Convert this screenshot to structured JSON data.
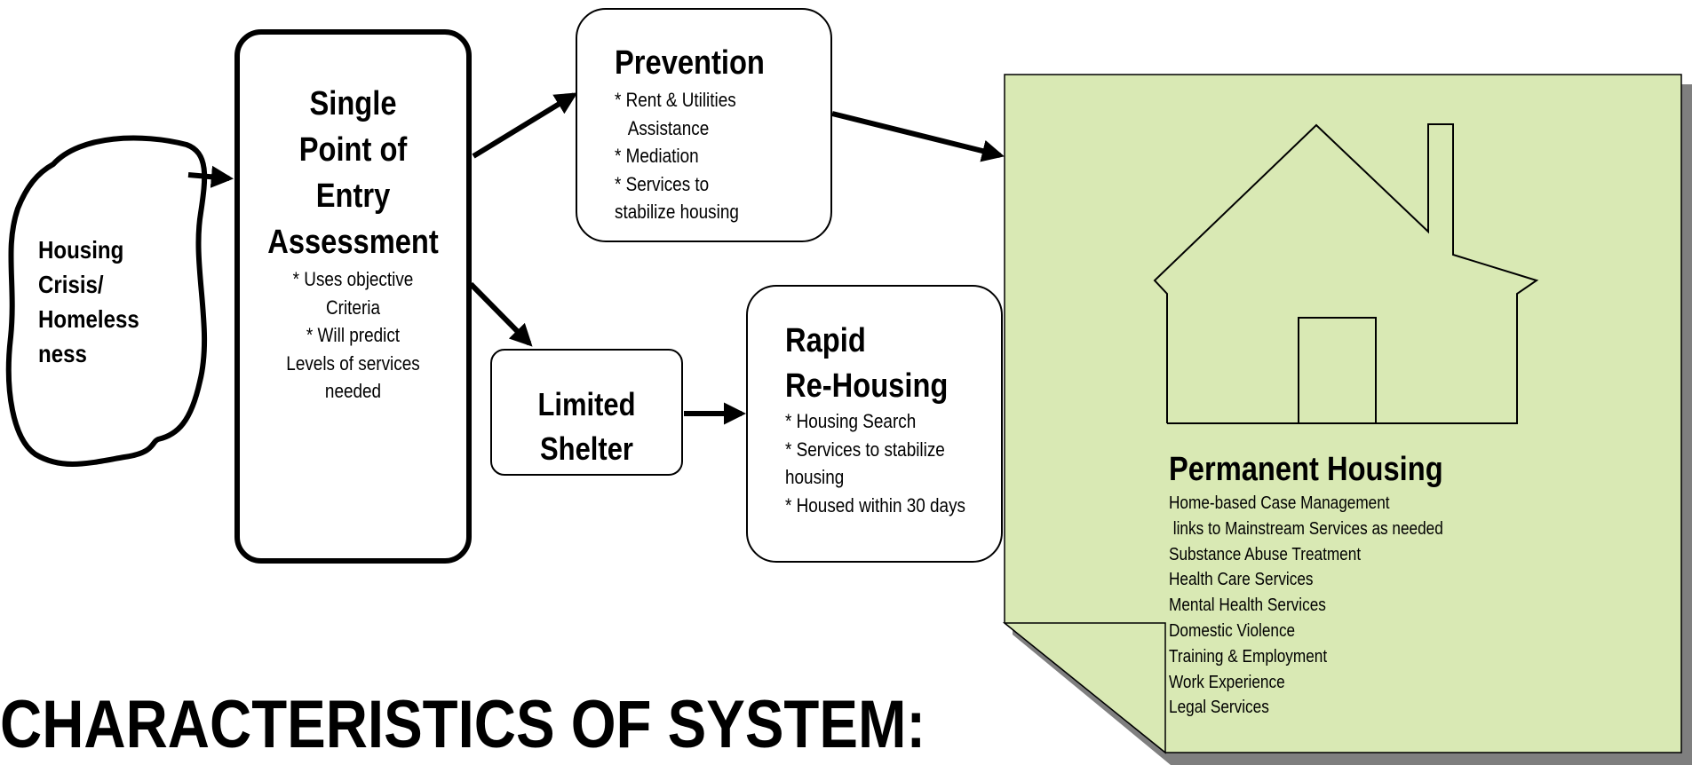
{
  "crisis": {
    "lines": [
      "Housing",
      "Crisis/",
      "Homeless",
      "ness"
    ]
  },
  "entry": {
    "title_lines": [
      "Single",
      "Point of",
      "Entry",
      "Assessment"
    ],
    "bullets": [
      "* Uses objective",
      "Criteria",
      "* Will predict",
      "Levels of services",
      "needed"
    ]
  },
  "prevention": {
    "title": "Prevention",
    "bullets": [
      "* Rent & Utilities",
      "   Assistance",
      "* Mediation",
      "* Services to",
      "stabilize housing"
    ]
  },
  "shelter": {
    "title_lines": [
      "Limited",
      "Shelter"
    ]
  },
  "rapid": {
    "title_lines": [
      "Rapid",
      "Re-Housing"
    ],
    "bullets": [
      "* Housing Search",
      "* Services to stabilize",
      "housing",
      "* Housed within 30 days"
    ]
  },
  "permanent": {
    "title": "Permanent Housing",
    "services": [
      "Home-based Case Management",
      " links to Mainstream Services as needed",
      "Substance Abuse Treatment",
      "Health Care Services",
      "Mental Health Services",
      "Domestic Violence",
      "Training & Employment",
      "Work Experience",
      "Legal Services"
    ]
  },
  "characteristics": {
    "heading": "CHARACTERISTICS OF SYSTEM:"
  },
  "colors": {
    "note_fill": "#d9e9b4",
    "note_shadow": "#7f7f7f",
    "outline": "#000000"
  }
}
